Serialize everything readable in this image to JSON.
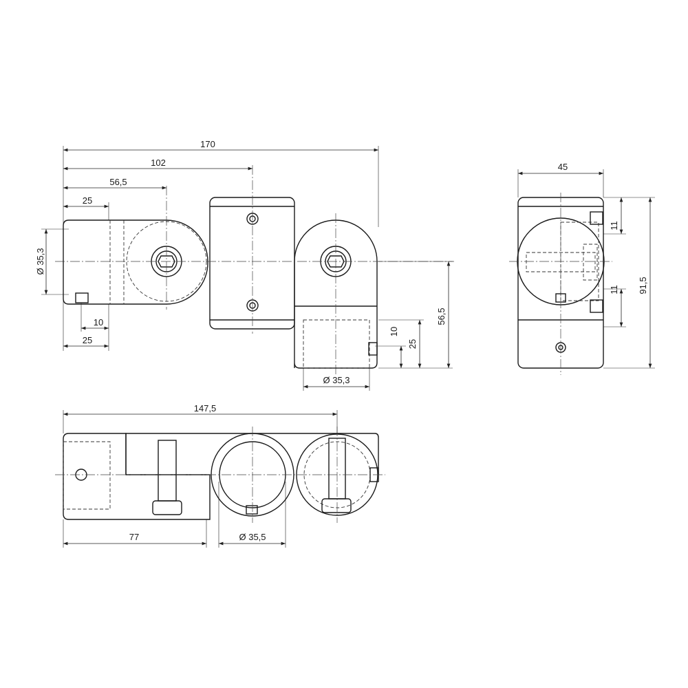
{
  "drawing": {
    "front_view": {
      "overall_width": "170",
      "center_block_axis": "102",
      "left_pivot_axis": "56,5",
      "left_tube_length": "25",
      "left_tube_diameter": "Ø 35,3",
      "left_screw_offset": "10",
      "left_tube_length_bottom": "25",
      "right_screw_offset": "10",
      "right_tube_length": "25",
      "right_pivot_height": "56,5",
      "right_tube_diameter": "Ø 35,3"
    },
    "side_view": {
      "width": "45",
      "upper_screw_offset": "11",
      "lower_screw_offset": "11",
      "overall_height": "91,5"
    },
    "top_view": {
      "overall_length": "147,5",
      "block_length": "77",
      "bore_diameter": "Ø 35,5"
    }
  }
}
